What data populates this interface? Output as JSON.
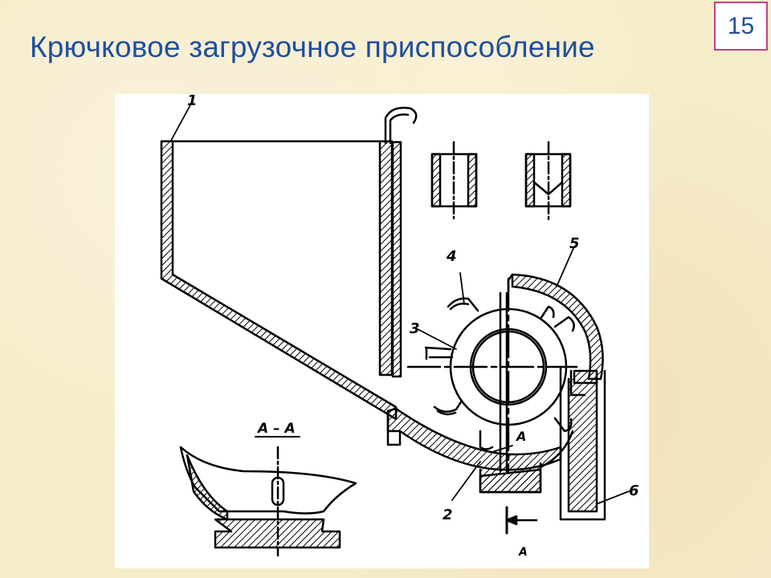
{
  "slide": {
    "title": "Крючковое загрузочное приспособление",
    "page_number": "15"
  },
  "figure": {
    "labels": {
      "part1": "1",
      "part2": "2",
      "part3": "3",
      "part4": "4",
      "part5": "5",
      "part6": "6",
      "section_title": "А – А",
      "section_mark_top": "А",
      "section_mark_bottom": "А"
    }
  },
  "colors": {
    "title": "#1f4fa0",
    "badge_border": "#c2408a",
    "background": "#f6ecc9",
    "drawing": "#000000"
  }
}
